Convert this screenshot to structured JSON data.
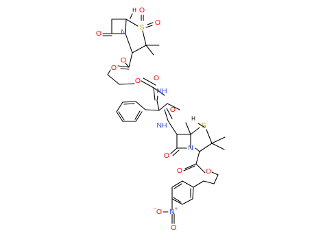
{
  "colors": {
    "carbon": "#000000",
    "oxygen": "#ff0d0d",
    "nitrogen": "#3050f8",
    "sulfur": "#b8a000",
    "background": "#ffffff"
  },
  "atoms": {
    "ha_a": "H",
    "s_a": "S",
    "o_s1": "O",
    "o_s2": "O",
    "o_lactam_a": "O",
    "n_a": "N",
    "o_ester_a1": "O",
    "o_ester_a2": "O",
    "o_carbamate_a": "O",
    "o_carbamate_b": "O",
    "nh_a": "NH",
    "o_amide": "O",
    "nh_b": "NH",
    "ha_b": "H",
    "s_b": "S",
    "n_b": "N",
    "o_lactam_b": "O",
    "o_ester_b1": "O",
    "o_ester_b2": "O",
    "n_nitro": "N",
    "n_nitro_charge": "+",
    "o_nitro_1": "O",
    "o_nitro_2": "O",
    "o_nitro_charge": "−"
  }
}
